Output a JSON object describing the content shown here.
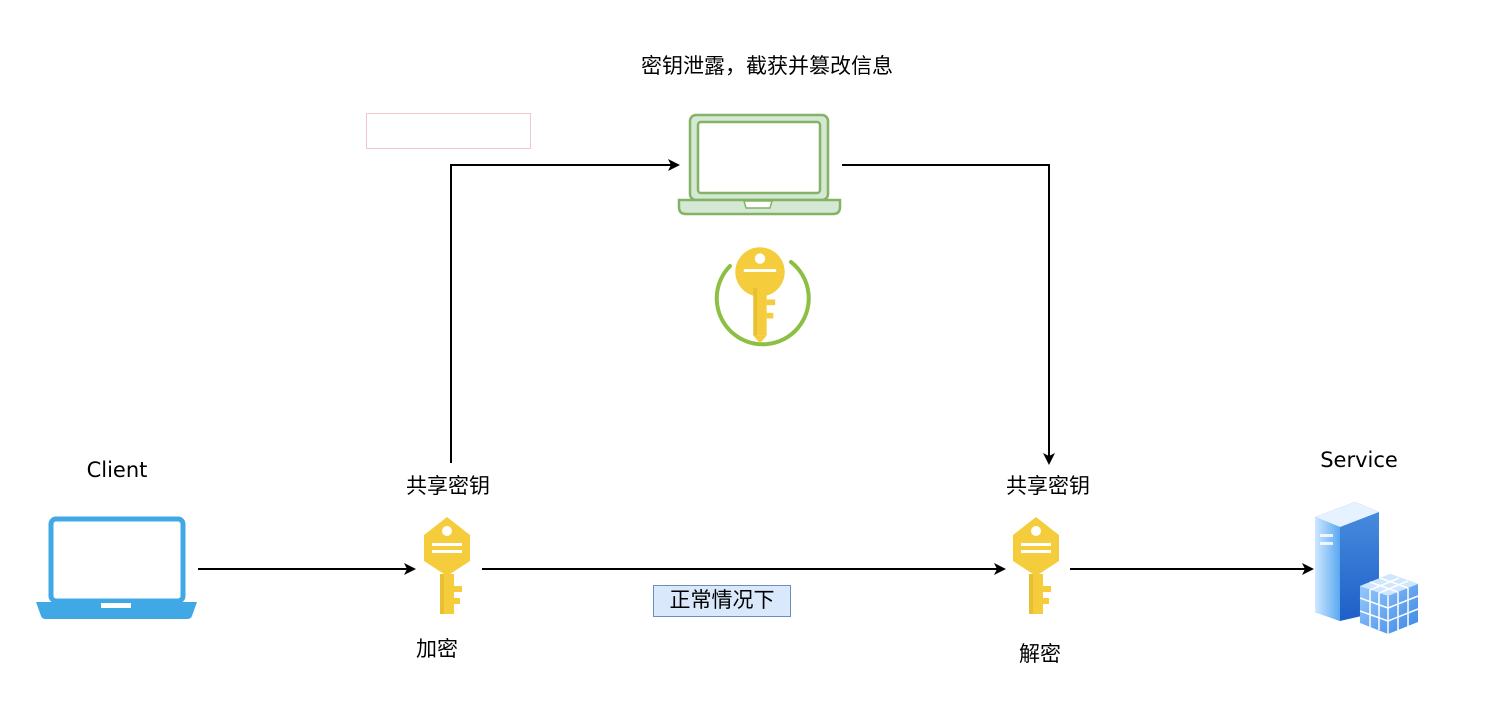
{
  "attacker": {
    "title": "密钥泄露，截获并篡改信息"
  },
  "client": {
    "label": "Client"
  },
  "service": {
    "label": "Service"
  },
  "left_key": {
    "title": "共享密钥",
    "caption": "加密"
  },
  "right_key": {
    "title": "共享密钥",
    "caption": "解密"
  },
  "normal_path": {
    "label": "正常情况下"
  },
  "colors": {
    "client_laptop": "#41a8e6",
    "attacker_laptop": "#82b366",
    "attacker_laptop_fill": "#d5e8d4",
    "key": "#f5cd3c",
    "key_shadow": "#e0b52a",
    "ring": "#8cbf43",
    "arrow": "#000000",
    "badge_fill": "#dae8fc",
    "badge_border": "#6c8ebf"
  }
}
